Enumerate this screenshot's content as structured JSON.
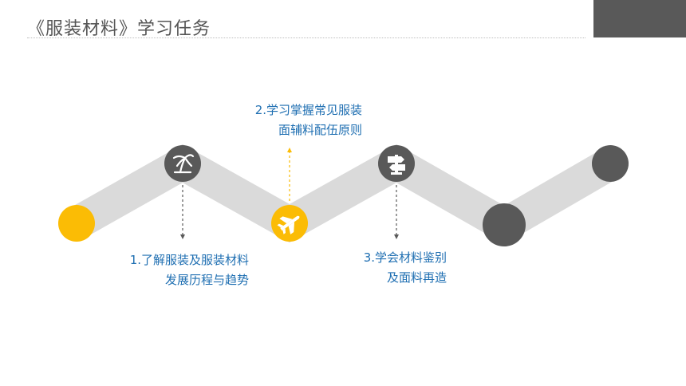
{
  "header": {
    "title": "《服装材料》学习任务"
  },
  "colors": {
    "track": "#dadada",
    "node_dark": "#595959",
    "node_yellow": "#fbbc05",
    "text_blue": "#1f6fb2",
    "title_gray": "#555555"
  },
  "tasks": [
    {
      "line1": "1.了解服装及服装材料",
      "line2": "发展历程与趋势",
      "icon": "palm-tree-icon"
    },
    {
      "line1": "2.学习掌握常见服装",
      "line2": "面辅料配伍原则",
      "icon": "airplane-icon"
    },
    {
      "line1": "3.学会材料鉴别",
      "line2": "及面料再造",
      "icon": "signpost-icon"
    }
  ]
}
